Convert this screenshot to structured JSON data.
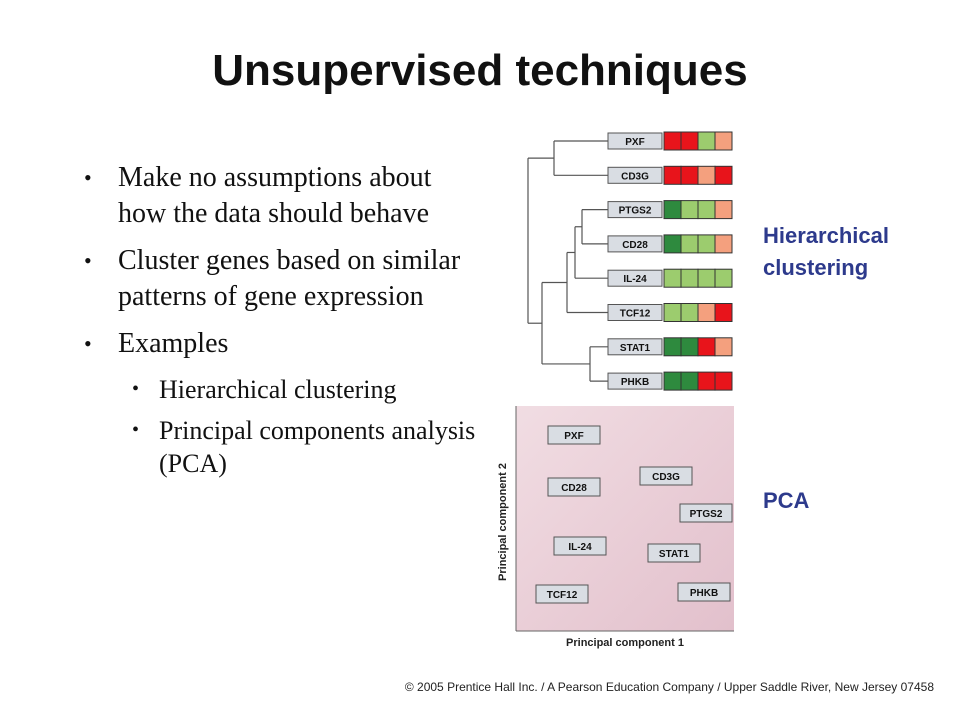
{
  "slide": {
    "title": "Unsupervised techniques",
    "bullets": [
      {
        "text": "Make no assumptions about how the data should behave"
      },
      {
        "text": "Cluster genes based on similar patterns of gene expression"
      },
      {
        "text": "Examples"
      }
    ],
    "sub_bullets": [
      {
        "text": "Hierarchical clustering"
      },
      {
        "text": "Principal components analysis (PCA)"
      }
    ],
    "bullet_glyph": "•"
  },
  "labels": {
    "hierarchical": "Hierarchical clustering",
    "pca": "PCA"
  },
  "colors": {
    "red": "#e8141b",
    "salmon": "#f4a07e",
    "light_green": "#9ccc6e",
    "dark_green": "#2e8a3e",
    "label_blue": "#2d3a8c"
  },
  "dendrogram": {
    "rows": [
      {
        "gene": "PXF",
        "cells": [
          "red",
          "red",
          "light_green",
          "salmon"
        ]
      },
      {
        "gene": "CD3G",
        "cells": [
          "red",
          "red",
          "salmon",
          "red"
        ]
      },
      {
        "gene": "PTGS2",
        "cells": [
          "dark_green",
          "light_green",
          "light_green",
          "salmon"
        ]
      },
      {
        "gene": "CD28",
        "cells": [
          "dark_green",
          "light_green",
          "light_green",
          "salmon"
        ]
      },
      {
        "gene": "IL-24",
        "cells": [
          "light_green",
          "light_green",
          "light_green",
          "light_green"
        ]
      },
      {
        "gene": "TCF12",
        "cells": [
          "light_green",
          "light_green",
          "salmon",
          "red"
        ]
      },
      {
        "gene": "STAT1",
        "cells": [
          "dark_green",
          "dark_green",
          "red",
          "salmon"
        ]
      },
      {
        "gene": "PHKB",
        "cells": [
          "dark_green",
          "dark_green",
          "red",
          "red"
        ]
      }
    ]
  },
  "pca": {
    "xlabel": "Principal component 1",
    "ylabel": "Principal component 2",
    "genes": [
      "PXF",
      "CD28",
      "CD3G",
      "PTGS2",
      "IL-24",
      "STAT1",
      "TCF12",
      "PHKB"
    ]
  },
  "footer": "© 2005 Prentice Hall Inc. / A Pearson Education Company / Upper Saddle River, New Jersey 07458"
}
